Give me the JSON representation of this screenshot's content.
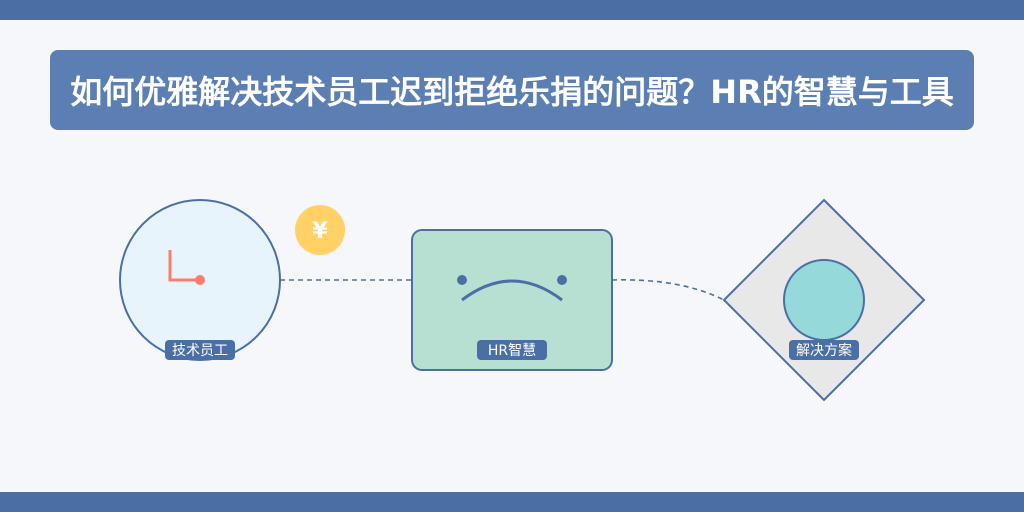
{
  "title": "如何优雅解决技术员工迟到拒绝乐捐的问题？HR的智慧与工具",
  "nodes": {
    "employee": {
      "label": "技术员工",
      "icon": "clock-icon"
    },
    "coin": {
      "symbol": "¥",
      "icon": "yuan-coin-icon"
    },
    "hr": {
      "label": "HR智慧",
      "icon": "frown-face-icon"
    },
    "solution": {
      "label": "解决方案",
      "icon": "circle-in-diamond-icon"
    }
  },
  "colors": {
    "bar": "#4a6fa5",
    "banner": "#5b7fb3",
    "stroke": "#4a6fa5",
    "employee_fill": "#e8f4fb",
    "hr_fill": "#b8e0d2",
    "diamond_fill": "#e8e8e8",
    "inner_circle_fill": "#95d9da",
    "coin_fill": "#ffd166",
    "clock_hands": "#ff7b6b"
  }
}
